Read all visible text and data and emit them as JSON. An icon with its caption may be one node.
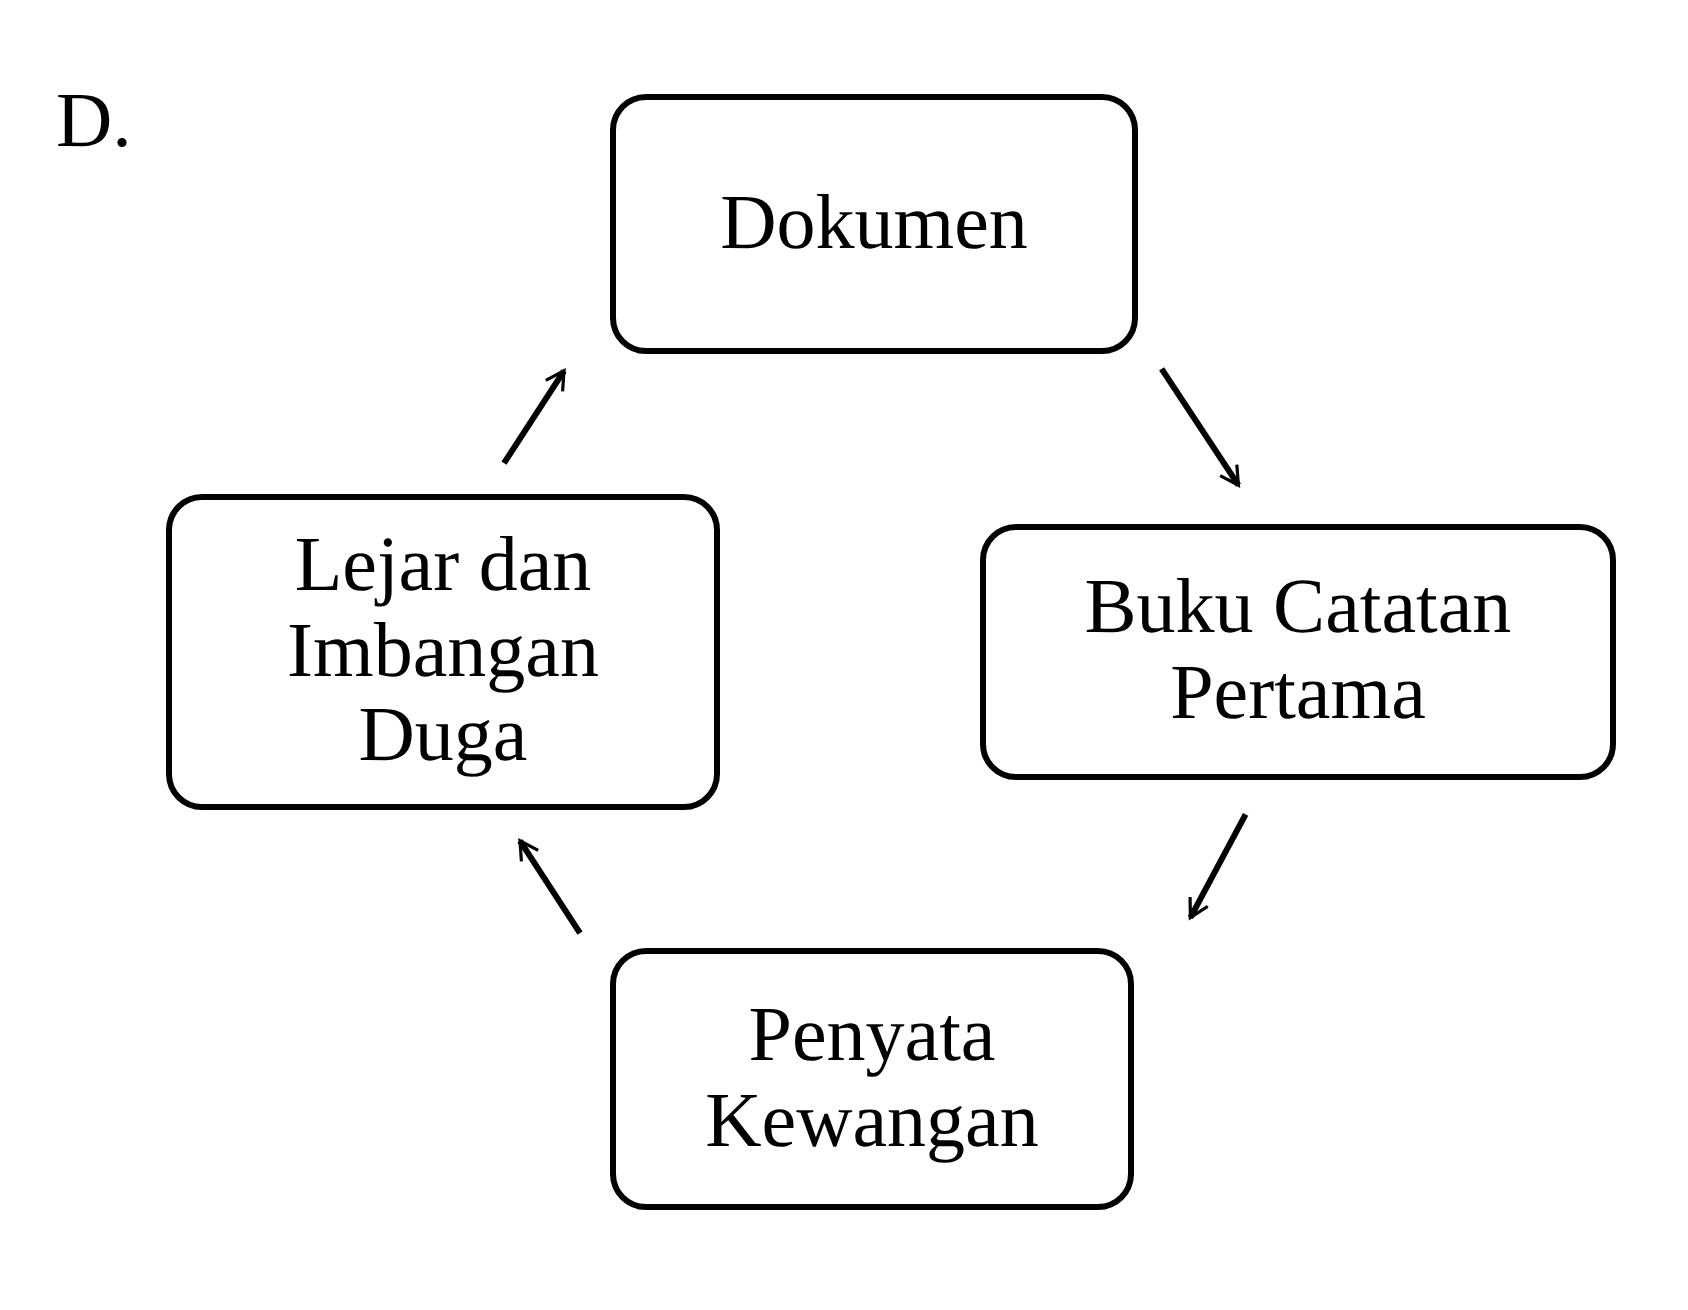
{
  "diagram": {
    "nodes": [
      {
        "text": [
          "Dokumen"
        ]
      },
      {
        "text": [
          "Buku Catatan Pertama"
        ]
      },
      {
        "text": [
          "Penyata Kewangan"
        ]
      },
      {
        "text": [
          "Lejar dan Imbangan Duga"
        ]
      }
    ],
    "edges": [
      {
        "from": 0,
        "to": 1,
        "arrow": "to"
      },
      {
        "from": 1,
        "to": 2,
        "arrow": "to"
      },
      {
        "from": 2,
        "to": 3,
        "arrow": "to"
      },
      {
        "from": 3,
        "to": 0,
        "arrow": "to"
      }
    ],
    "labels": [
      "D."
    ]
  }
}
